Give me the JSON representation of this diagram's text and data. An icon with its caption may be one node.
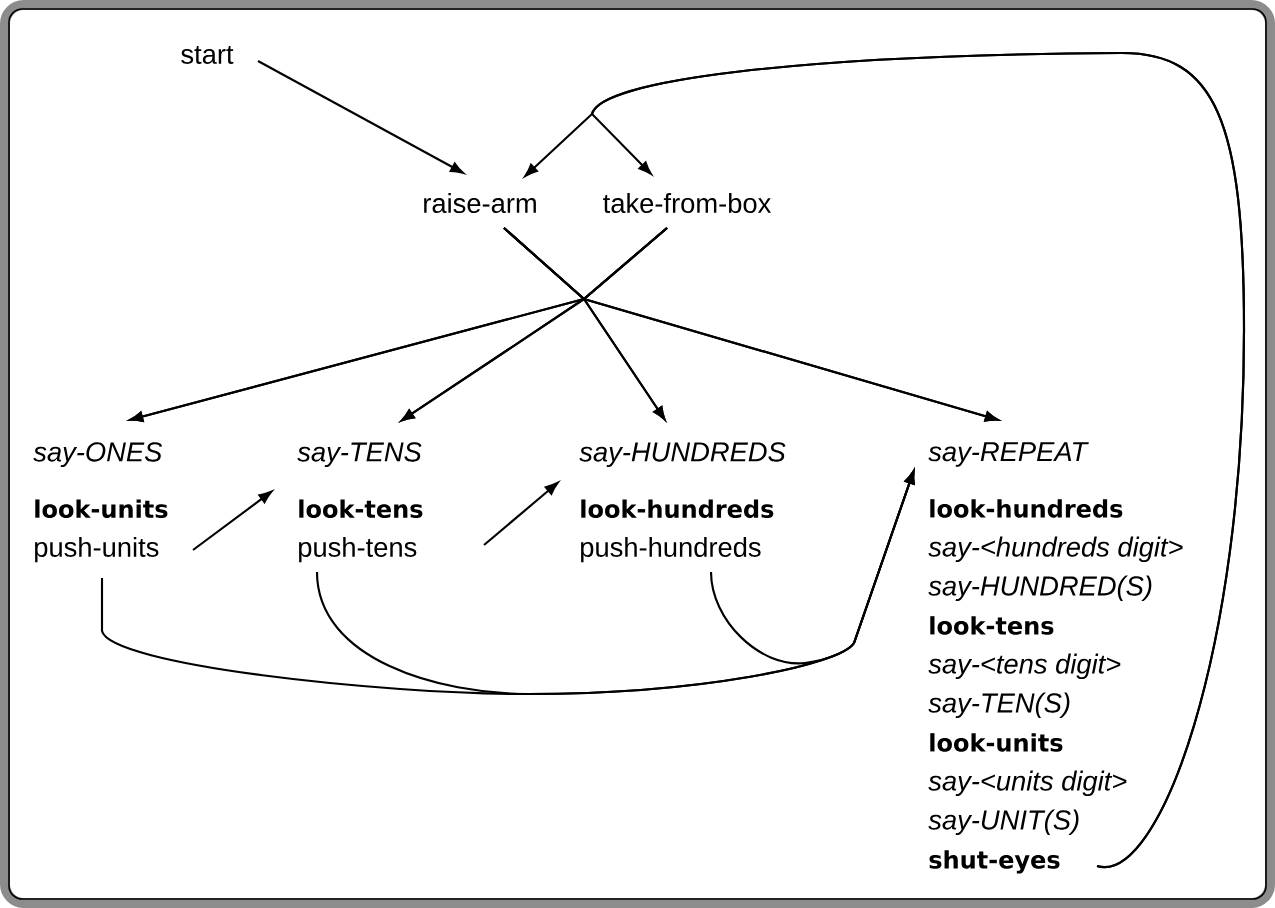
{
  "diagram": {
    "nodes": [
      {
        "text": [
          "start"
        ]
      },
      {
        "text": [
          "raise-arm"
        ]
      },
      {
        "text": [
          "take-from-box"
        ]
      },
      {
        "text": [
          "say-ONES",
          "look-units",
          "push-units"
        ]
      },
      {
        "text": [
          "say-TENS",
          "look-tens",
          "push-tens"
        ]
      },
      {
        "text": [
          "say-HUNDREDS",
          "look-hundreds",
          "push-hundreds"
        ]
      },
      {
        "text": [
          "say-REPEAT",
          "look-hundreds",
          "say-<hundreds digit>",
          "say-HUNDRED(S)",
          "look-tens",
          "say-<tens digit>",
          "say-TEN(S)",
          "look-units",
          "say-<units digit>",
          "say-UNIT(S)",
          "shut-eyes"
        ]
      }
    ],
    "edges": [
      {
        "from": 0,
        "to": 1,
        "arrow": "to"
      },
      {
        "from": 6,
        "to": 1,
        "arrow": "to"
      },
      {
        "from": 6,
        "to": 2,
        "arrow": "to"
      },
      {
        "from": 1,
        "to": 3,
        "arrow": "to"
      },
      {
        "from": 1,
        "to": 4,
        "arrow": "to"
      },
      {
        "from": 1,
        "to": 5,
        "arrow": "to"
      },
      {
        "from": 1,
        "to": 6,
        "arrow": "to"
      },
      {
        "from": 2,
        "to": 3,
        "arrow": "to"
      },
      {
        "from": 2,
        "to": 4,
        "arrow": "to"
      },
      {
        "from": 2,
        "to": 5,
        "arrow": "to"
      },
      {
        "from": 2,
        "to": 6,
        "arrow": "to"
      },
      {
        "from": 3,
        "to": 4,
        "arrow": "to"
      },
      {
        "from": 4,
        "to": 5,
        "arrow": "to"
      },
      {
        "from": 3,
        "to": 6,
        "arrow": "to"
      },
      {
        "from": 4,
        "to": 6,
        "arrow": "to"
      },
      {
        "from": 5,
        "to": 6,
        "arrow": "to"
      }
    ]
  }
}
